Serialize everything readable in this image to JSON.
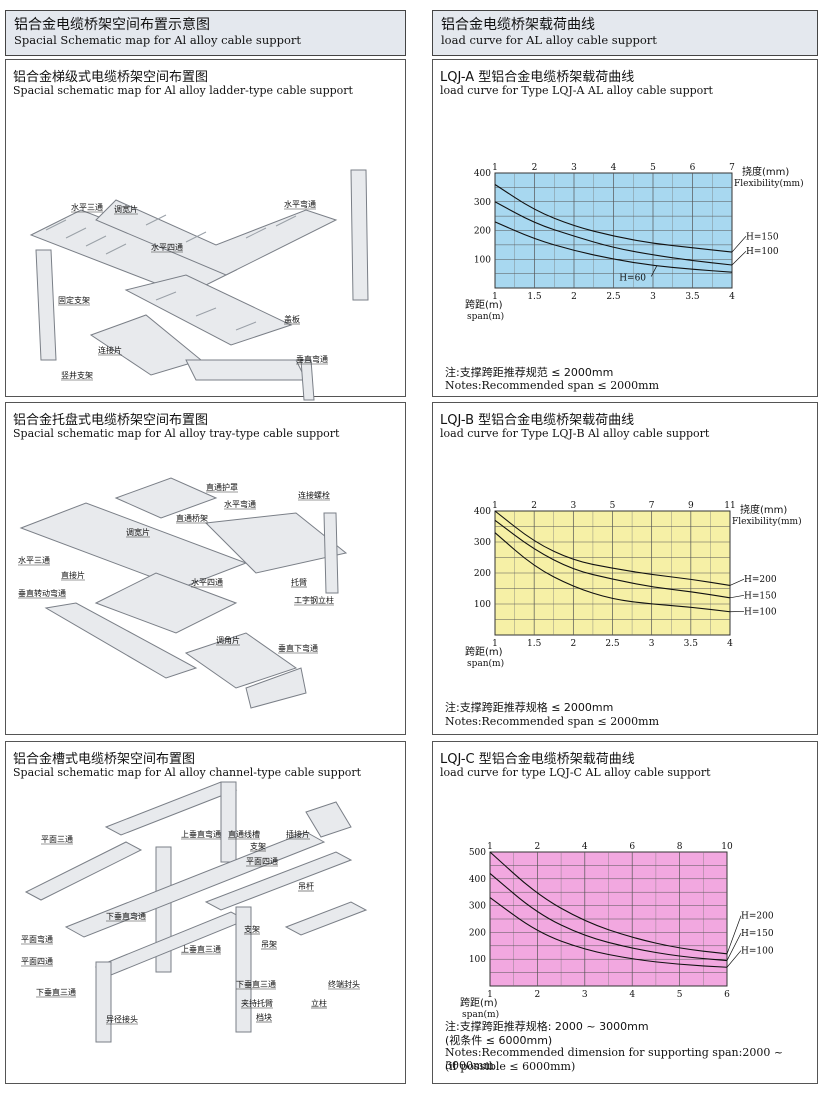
{
  "left": {
    "header_zh": "铝合金电缆桥架空间布置示意图",
    "header_en": "Spacial Schematic map for Al alloy cable support",
    "panels": [
      {
        "title_zh": "铝合金梯级式电缆桥架空间布置图",
        "title_en": "Spacial schematic map for Al alloy ladder-type cable support",
        "labels": [
          "水平三通",
          "调宽片",
          "水平弯通",
          "水平四通",
          "固定支架",
          "盖板",
          "连接片",
          "垂直弯通",
          "竖井支架"
        ]
      },
      {
        "title_zh": "铝合金托盘式电缆桥架空间布置图",
        "title_en": "Spacial schematic map for Al alloy tray-type cable support",
        "labels": [
          "直通护罩",
          "水平弯通",
          "连接螺栓",
          "直通桥架",
          "调宽片",
          "水平三通",
          "直接片",
          "水平四通",
          "托臂",
          "垂直转动弯通",
          "工字钢立柱",
          "调角片",
          "垂直下弯通"
        ]
      },
      {
        "title_zh": "铝合金槽式电缆桥架空间布置图",
        "title_en": "Spacial schematic map for Al alloy channel-type cable support",
        "labels": [
          "平面三通",
          "上垂直弯通",
          "直通线槽",
          "插接片",
          "支架",
          "平面四通",
          "吊杆",
          "下垂直弯通",
          "平面弯通",
          "支架",
          "吊架",
          "平面四通",
          "上垂直三通",
          "下垂直三通",
          "终端封头",
          "下垂直三通",
          "夹持托臂",
          "立柱",
          "异径接头",
          "档块"
        ]
      }
    ]
  },
  "right": {
    "header_zh": "铝合金电缆桥架载荷曲线",
    "header_en": "load curve for AL alloy cable support",
    "panels": [
      {
        "title_zh": "LQJ-A 型铝合金电缆桥架载荷曲线",
        "title_en": "load curve for Type LQJ-A AL alloy cable support",
        "note_zh": "注:支撑跨距推荐规范 ≤ 2000mm",
        "note_en": "Notes:Recommended span ≤ 2000mm"
      },
      {
        "title_zh": "LQJ-B 型铝合金电缆桥架载荷曲线",
        "title_en": "load curve for Type LQJ-B Al alloy cable support",
        "note_zh": "注:支撑跨距推荐规格 ≤ 2000mm",
        "note_en": "Notes:Recommended span ≤ 2000mm"
      },
      {
        "title_zh": "LQJ-C 型铝合金电缆桥架载荷曲线",
        "title_en": "load curve for type LQJ-C AL alloy cable support",
        "note_zh": "注:支撑跨距推荐规格:  2000 ~ 3000mm",
        "note_zh2": "(视条件 ≤ 6000mm)",
        "note_en": "Notes:Recommended dimension for supporting span:2000 ~ 3000mm",
        "note_en2": "(if possible  ≤ 6000mm)"
      }
    ]
  },
  "chart_data": [
    {
      "type": "line",
      "title": "LQJ-A 型铝合金电缆桥架载荷曲线",
      "fill": "#a8d8f0",
      "x_bottom": [
        "1",
        "1.5",
        "2",
        "2.5",
        "3",
        "3.5",
        "4"
      ],
      "x_top": [
        "1",
        "2",
        "3",
        "4",
        "5",
        "6",
        "7"
      ],
      "y_ticks": [
        "400",
        "300",
        "200",
        "100"
      ],
      "ylim": [
        0,
        400
      ],
      "xlim": [
        1,
        4
      ],
      "xlabel_zh": "跨距(m)",
      "xlabel_en": "span(m)",
      "top_label_zh": "挠度(mm)",
      "top_label_en": "Flexibility(mm)",
      "series": [
        {
          "name": "H=150",
          "x": [
            1,
            1.5,
            2,
            2.5,
            3,
            3.5,
            4
          ],
          "y": [
            360,
            270,
            215,
            180,
            155,
            140,
            125
          ]
        },
        {
          "name": "H=100",
          "x": [
            1,
            1.5,
            2,
            2.5,
            3,
            3.5,
            4
          ],
          "y": [
            300,
            225,
            180,
            140,
            115,
            95,
            80
          ]
        },
        {
          "name": "H=60",
          "x": [
            1,
            1.5,
            2,
            2.5,
            3,
            3.5,
            4
          ],
          "y": [
            230,
            170,
            130,
            100,
            78,
            65,
            55
          ]
        }
      ]
    },
    {
      "type": "line",
      "title": "LQJ-B 型铝合金电缆桥架载荷曲线",
      "fill": "#f6f0a6",
      "x_bottom": [
        "1",
        "1.5",
        "2",
        "2.5",
        "3",
        "3.5",
        "4"
      ],
      "x_top": [
        "1",
        "2",
        "3",
        "5",
        "7",
        "9",
        "11"
      ],
      "y_ticks": [
        "400",
        "300",
        "200",
        "100"
      ],
      "ylim": [
        0,
        400
      ],
      "xlim": [
        1,
        4
      ],
      "xlabel_zh": "跨距(m)",
      "xlabel_en": "span(m)",
      "top_label_zh": "挠度(mm)",
      "top_label_en": "Flexibility(mm)",
      "series": [
        {
          "name": "H=200",
          "x": [
            1,
            1.5,
            2,
            2.5,
            3,
            3.5,
            4
          ],
          "y": [
            400,
            300,
            240,
            215,
            195,
            180,
            160
          ]
        },
        {
          "name": "H=150",
          "x": [
            1,
            1.5,
            2,
            2.5,
            3,
            3.5,
            4
          ],
          "y": [
            370,
            275,
            210,
            180,
            155,
            140,
            120
          ]
        },
        {
          "name": "H=100",
          "x": [
            1,
            1.5,
            2,
            2.5,
            3,
            3.5,
            4
          ],
          "y": [
            330,
            220,
            155,
            115,
            100,
            90,
            75
          ]
        }
      ]
    },
    {
      "type": "line",
      "title": "LQJ-C 型铝合金电缆桥架载荷曲线",
      "fill": "#f2a8e0",
      "x_bottom": [
        "1",
        "2",
        "3",
        "4",
        "5",
        "6"
      ],
      "x_top": [
        "1",
        "2",
        "4",
        "6",
        "8",
        "10"
      ],
      "y_ticks": [
        "500",
        "400",
        "300",
        "200",
        "100"
      ],
      "ylim": [
        0,
        500
      ],
      "xlim": [
        1,
        6
      ],
      "xlabel_zh": "跨距(m)",
      "xlabel_en": "span(m)",
      "series": [
        {
          "name": "H=200",
          "x": [
            1,
            2,
            3,
            4,
            5,
            6
          ],
          "y": [
            500,
            340,
            240,
            180,
            140,
            120
          ]
        },
        {
          "name": "H=150",
          "x": [
            1,
            2,
            3,
            4,
            5,
            6
          ],
          "y": [
            420,
            270,
            185,
            140,
            110,
            95
          ]
        },
        {
          "name": "H=100",
          "x": [
            1,
            2,
            3,
            4,
            5,
            6
          ],
          "y": [
            330,
            200,
            135,
            100,
            80,
            70
          ]
        }
      ]
    }
  ]
}
